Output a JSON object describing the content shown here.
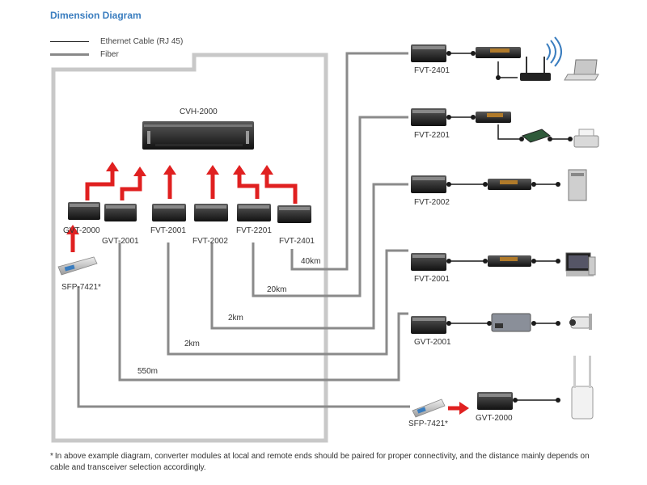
{
  "title": "Dimension Diagram",
  "legend": {
    "ethernet": "Ethernet Cable (RJ 45)",
    "fiber": "Fiber"
  },
  "chassis": {
    "label": "CVH-2000"
  },
  "local_modules": {
    "gvt2000": "GVT-2000",
    "gvt2001": "GVT-2001",
    "fvt2001": "FVT-2001",
    "fvt2002": "FVT-2002",
    "fvt2201": "FVT-2201",
    "fvt2401": "FVT-2401",
    "sfp": "SFP-7421*"
  },
  "distances": {
    "d40": "40km",
    "d20": "20km",
    "d2a": "2km",
    "d2b": "2km",
    "d550": "550m"
  },
  "remote": {
    "r1": "FVT-2401",
    "r2": "FVT-2201",
    "r3": "FVT-2002",
    "r4": "FVT-2001",
    "r5": "GVT-2001",
    "r6_sfp": "SFP-7421*",
    "r6": "GVT-2000"
  },
  "footnote": {
    "star": "*",
    "text": "In above example diagram, converter modules at local and remote ends should be paired for proper connectivity, and the distance mainly depends on cable and transceiver selection accordingly."
  },
  "colors": {
    "fiber": "#8a8a8a",
    "ethernet": "#1a1a1a",
    "arrow": "#e02020",
    "title": "#3a7dbf",
    "box": "#c8c8c8"
  }
}
